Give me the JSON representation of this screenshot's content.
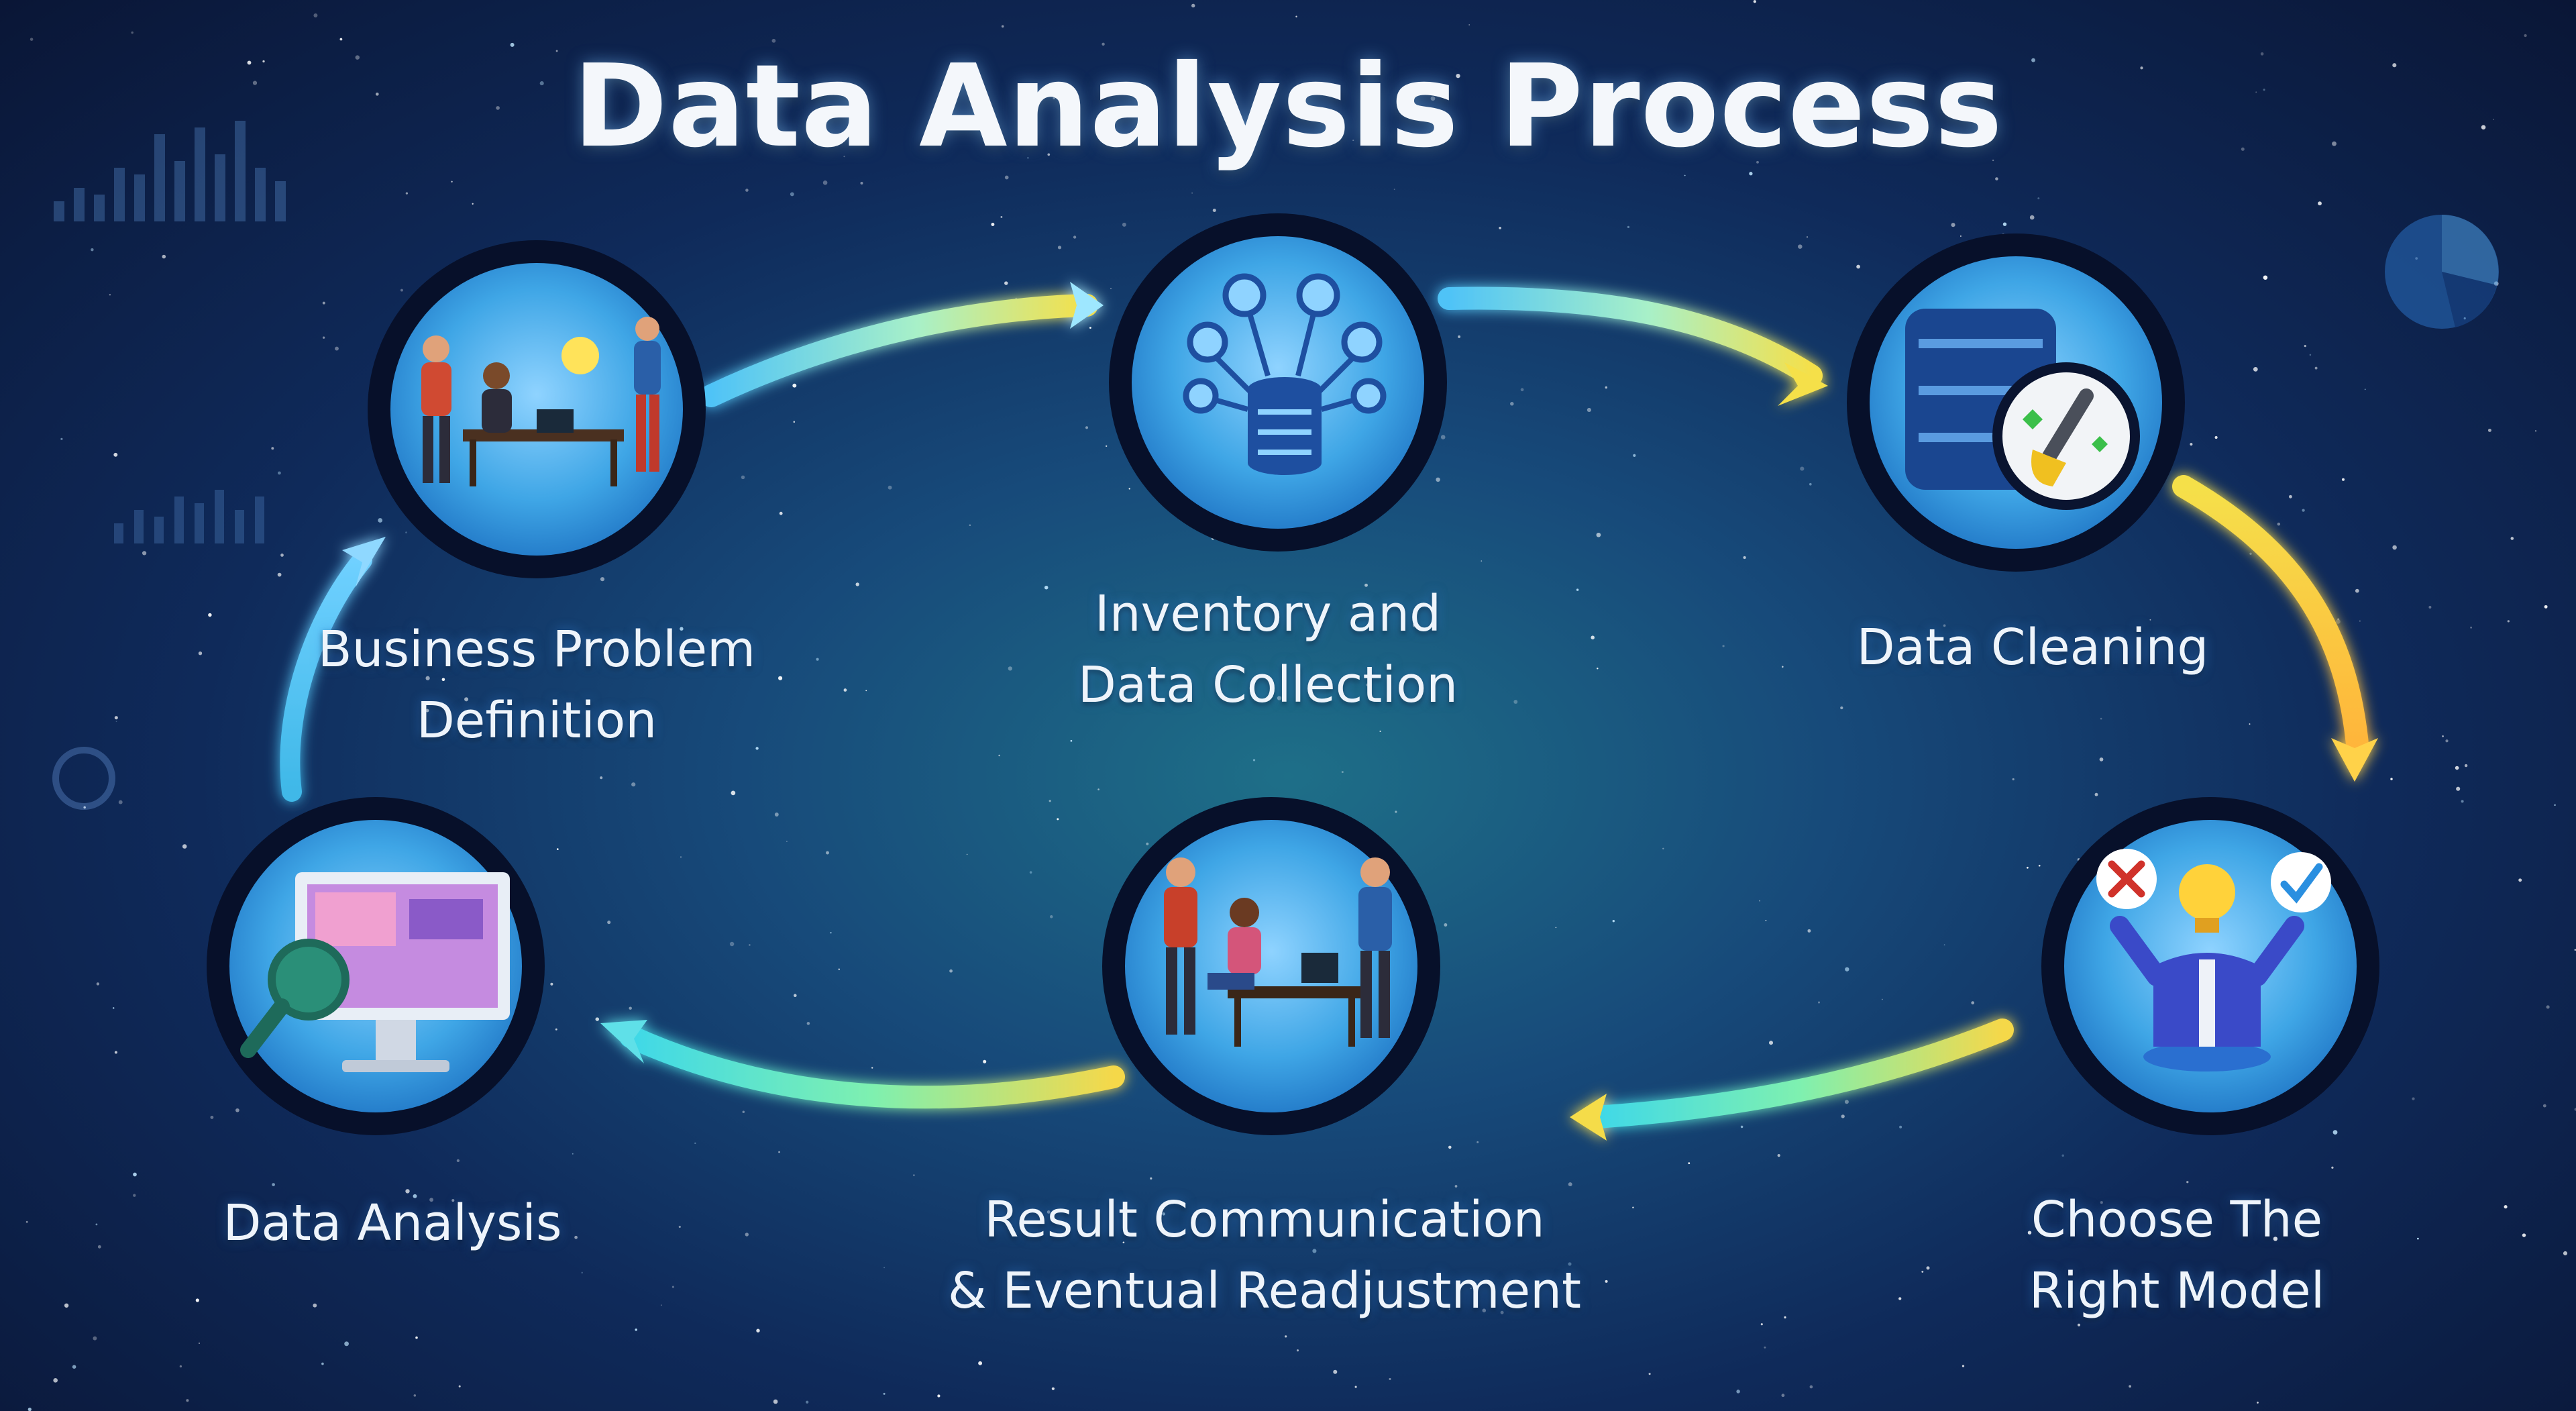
{
  "title": "Data Analysis Process",
  "steps": [
    {
      "id": "business-problem",
      "icon": "business-meeting-icon",
      "lines": [
        "Business Problem",
        "Definition"
      ]
    },
    {
      "id": "inventory",
      "icon": "database-network-icon",
      "lines": [
        "Inventory and",
        "Data Collection"
      ]
    },
    {
      "id": "cleaning",
      "icon": "database-brush-icon",
      "lines": [
        "Data Cleaning"
      ]
    },
    {
      "id": "model",
      "icon": "model-choice-icon",
      "lines": [
        "Choose The",
        "Right Model"
      ]
    },
    {
      "id": "communication",
      "icon": "team-discussion-icon",
      "lines": [
        "Result Communication",
        "& Eventual Readjustment"
      ]
    },
    {
      "id": "analysis",
      "icon": "monitor-magnifier-icon",
      "lines": [
        "Data Analysis"
      ]
    }
  ],
  "flow": "clockwise",
  "colors": {
    "arrow_start": "#4fc3f7",
    "arrow_mid": "#f5e04a",
    "arrow_end": "#3fe0d0",
    "node_border": "#0a1430",
    "node_fill": "#3fa6e6"
  }
}
